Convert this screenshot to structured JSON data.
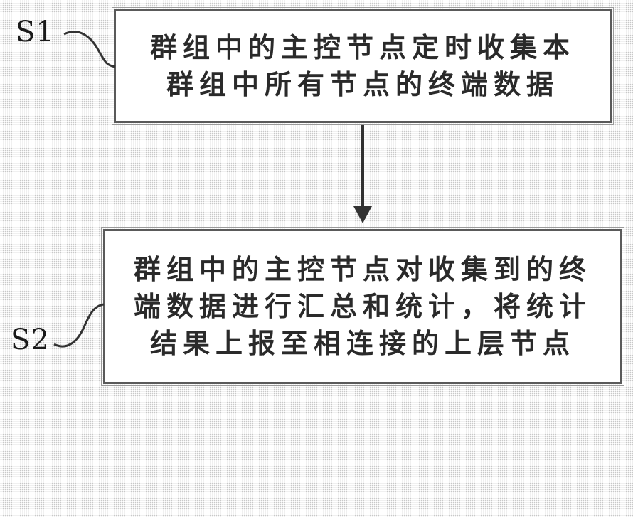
{
  "steps": [
    {
      "label": "S1",
      "text": "群组中的主控节点定时收集本\n群组中所有节点的终端数据"
    },
    {
      "label": "S2",
      "text": "群组中的主控节点对收集到的终\n端数据进行汇总和统计，将统计\n结果上报至相连接的上层节点"
    }
  ]
}
